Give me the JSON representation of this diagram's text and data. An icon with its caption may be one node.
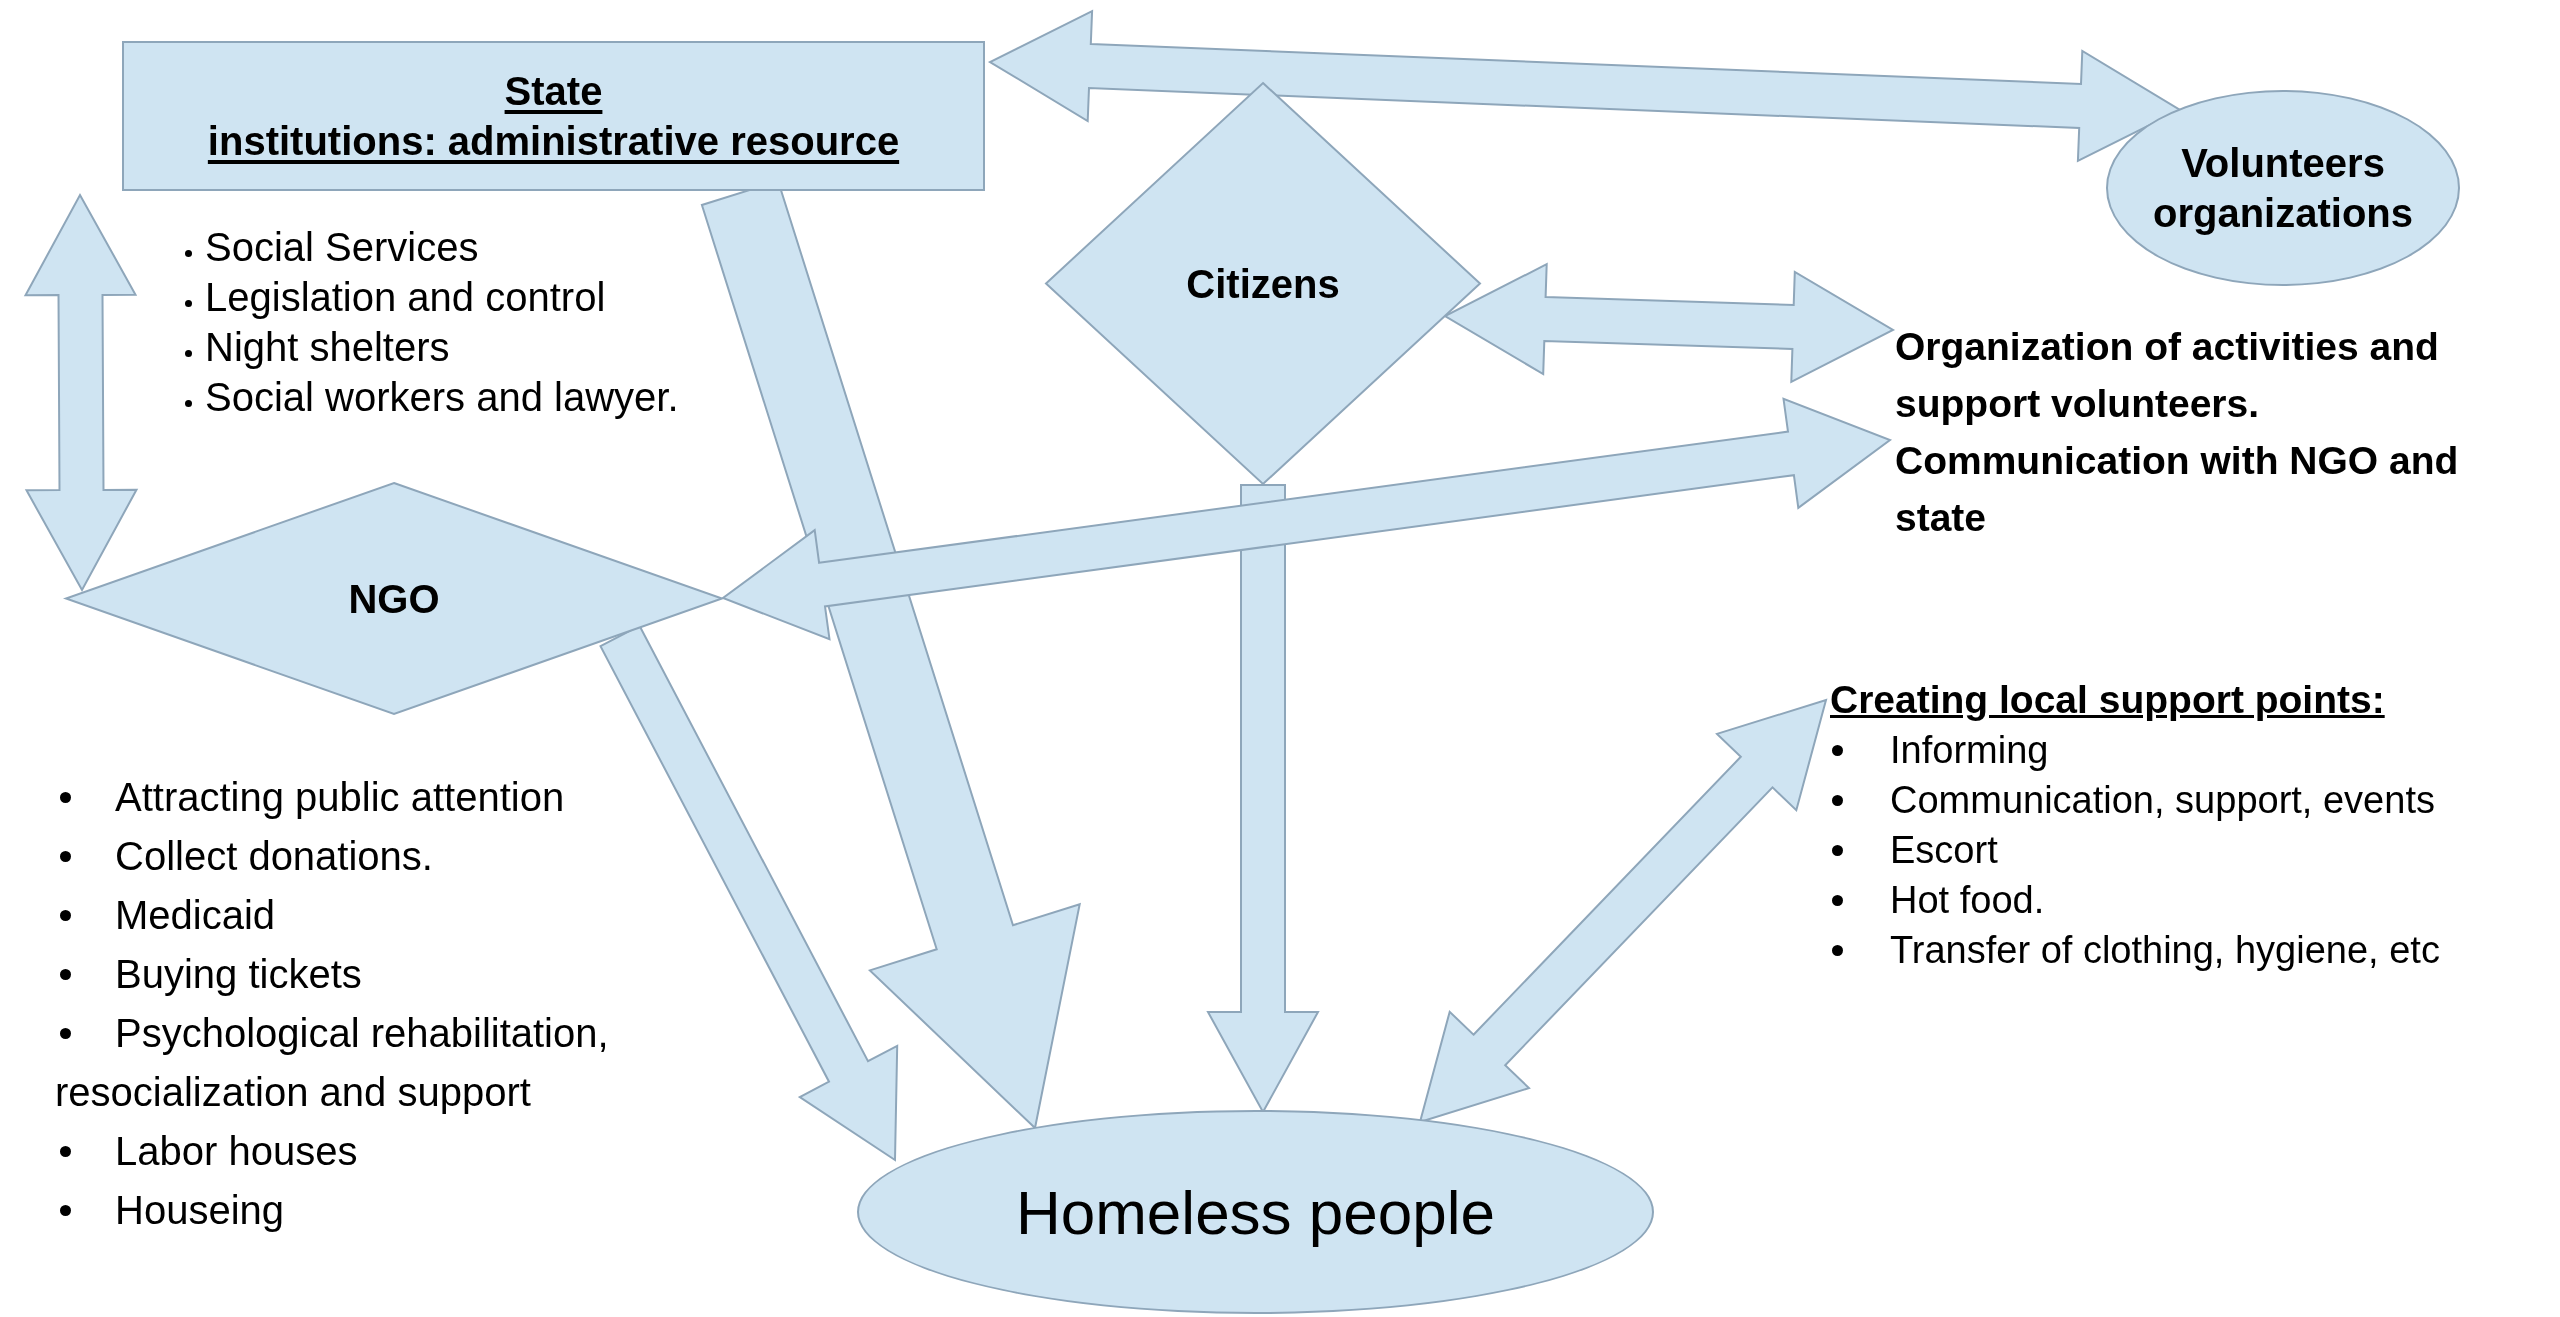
{
  "diagram": {
    "nodes": [
      {
        "text": [
          "State",
          "institutions: administrative resource"
        ],
        "beside": [
          "Social Services",
          "Legislation and control",
          "Night shelters",
          "Social workers and lawyer."
        ]
      },
      {
        "text": [
          "Citizens"
        ]
      },
      {
        "text": [
          "Volunteers organizations"
        ]
      },
      {
        "text": [
          "NGO"
        ],
        "beside": [
          "Attracting public attention",
          "Collect donations.",
          "Medicaid",
          "Buying tickets",
          "Psychological rehabilitation, resocialization and support",
          "Labor houses",
          "Houseing"
        ]
      },
      {
        "text": [
          "Homeless people"
        ]
      },
      {
        "text": [
          "Organization of activities and support volunteers. Communication with NGO and state"
        ]
      },
      {
        "text": [
          "Creating local support points:",
          "Informing",
          "Communication, support, events",
          "Escort",
          "Hot food.",
          "Transfer of clothing, hygiene, etc"
        ]
      }
    ],
    "edges": [
      {
        "from": 0,
        "to": 2,
        "arrow": "both"
      },
      {
        "from": 0,
        "to": 3,
        "arrow": "both"
      },
      {
        "from": 0,
        "to": 4,
        "arrow": "to",
        "style": "thick"
      },
      {
        "from": 1,
        "to": 4,
        "arrow": "to"
      },
      {
        "from": 3,
        "to": 4,
        "arrow": "to"
      },
      {
        "from": 3,
        "to": 5,
        "arrow": "both"
      },
      {
        "from": 1,
        "to": 5,
        "arrow": "both"
      },
      {
        "from": 4,
        "to": 6,
        "arrow": "both"
      }
    ]
  }
}
